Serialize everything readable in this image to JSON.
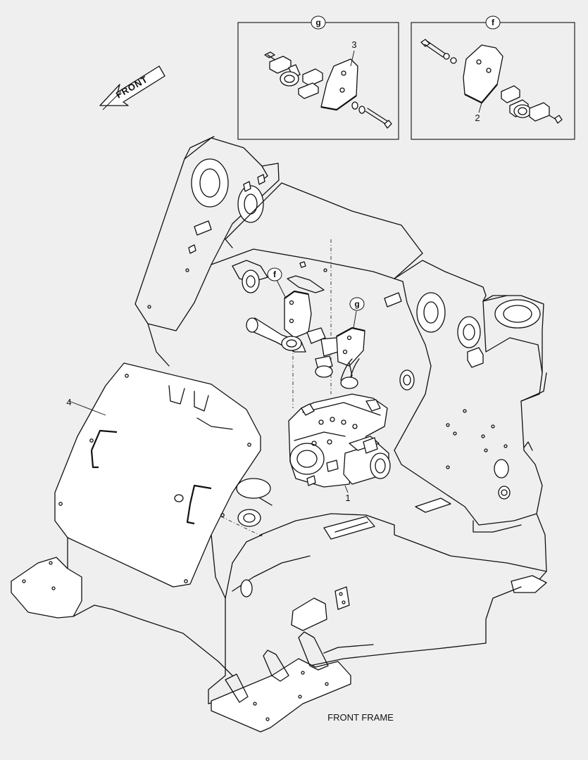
{
  "diagram": {
    "title": "FRONT FRAME",
    "direction_label": "FRONT",
    "detail_boxes": [
      {
        "id": "g"
      },
      {
        "id": "f"
      }
    ],
    "reference_bubbles": [
      "f",
      "g"
    ],
    "callouts": [
      {
        "number": "1"
      },
      {
        "number": "2"
      },
      {
        "number": "3"
      },
      {
        "number": "4"
      }
    ]
  }
}
